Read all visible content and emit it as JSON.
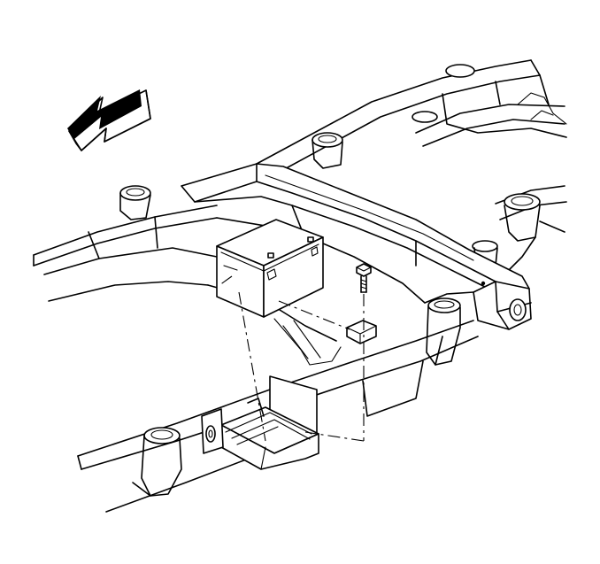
{
  "diagram": {
    "parts": [
      "frame-rails",
      "crossmember",
      "battery",
      "battery-tray",
      "bolt",
      "retainer-bracket",
      "direction-arrow"
    ]
  }
}
